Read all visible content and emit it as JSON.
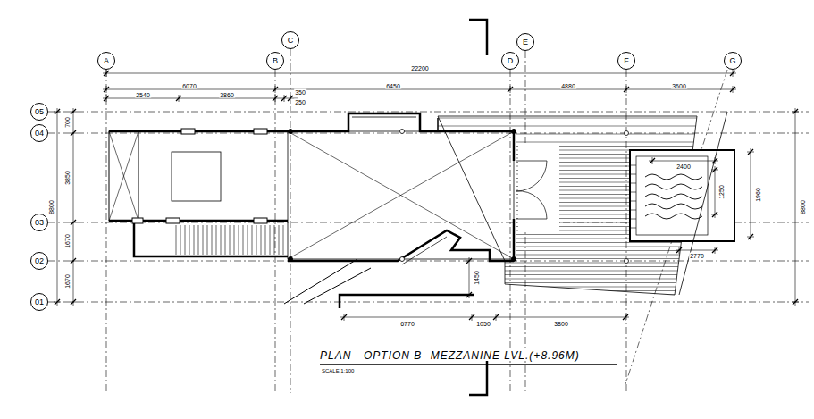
{
  "diagram": {
    "title": "PLAN - OPTION B- MEZZANINE LVL.(+8.96M)",
    "caption": "SCALE 1:100",
    "nodes": [
      {
        "text": [
          "A"
        ]
      },
      {
        "text": [
          "B"
        ]
      },
      {
        "text": [
          "C"
        ]
      },
      {
        "text": [
          "D"
        ]
      },
      {
        "text": [
          "E"
        ]
      },
      {
        "text": [
          "F"
        ]
      },
      {
        "text": [
          "G"
        ]
      },
      {
        "text": [
          "05"
        ]
      },
      {
        "text": [
          "04"
        ]
      },
      {
        "text": [
          "03"
        ]
      },
      {
        "text": [
          "02"
        ]
      },
      {
        "text": [
          "01"
        ]
      }
    ],
    "labels": [
      "22200",
      "6070",
      "6450",
      "4880",
      "3600",
      "2540",
      "3860",
      "350",
      "250",
      "700",
      "3850",
      "1670",
      "1670",
      "8800",
      "8800",
      "2400",
      "1960",
      "1250",
      "2770",
      "6770",
      "1050",
      "3800",
      "1450"
    ]
  }
}
